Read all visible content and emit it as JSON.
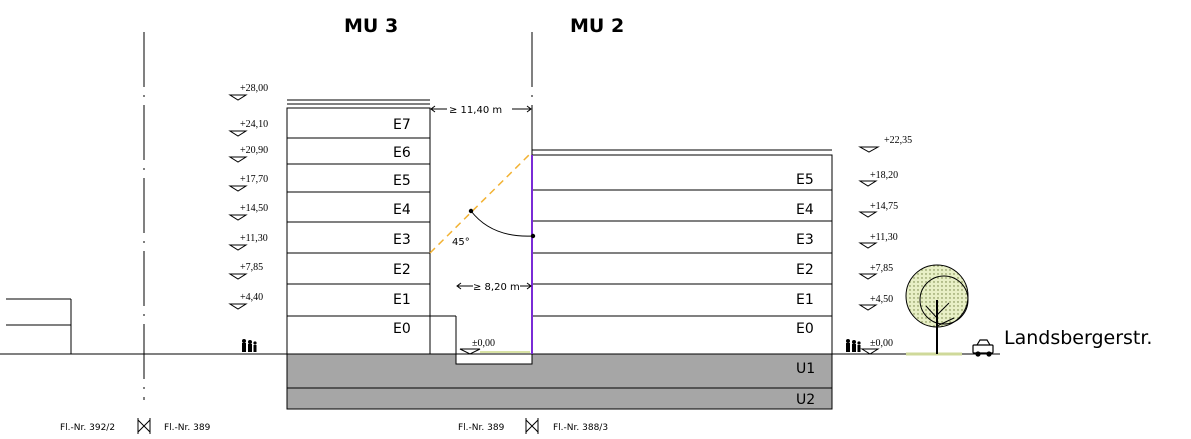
{
  "titles": {
    "left": "MU 3",
    "right": "MU 2"
  },
  "road_label": "Landsbergerstr.",
  "left_levels": [
    "+28,00",
    "+24,10",
    "+20,90",
    "+17,70",
    "+14,50",
    "+11,30",
    "+7,85",
    "+4,40"
  ],
  "right_levels": [
    "+22,35",
    "+18,20",
    "+14,75",
    "+11,30",
    "+7,85",
    "+4,50",
    "±0,00"
  ],
  "courtyard_level": "±0,00",
  "mu3_floors": [
    "E7",
    "E6",
    "E5",
    "E4",
    "E3",
    "E2",
    "E1",
    "E0"
  ],
  "mu2_floors": [
    "E5",
    "E4",
    "E3",
    "E2",
    "E1",
    "E0"
  ],
  "basement_floors": [
    "U1",
    "U2"
  ],
  "dimensions": {
    "top_distance": "≥ 11,40 m",
    "lower_distance": "≥ 8,20 m",
    "angle": "45°"
  },
  "plot_labels": {
    "left_a": "Fl.-Nr. 392/2",
    "left_b": "Fl.-Nr. 389",
    "right_a": "Fl.-Nr. 389",
    "right_b": "Fl.-Nr. 388/3"
  },
  "colors": {
    "basement": "#a6a6a6",
    "angle_line": "#f2b233",
    "facade": "#7a2bd6",
    "ground": "#000000"
  }
}
